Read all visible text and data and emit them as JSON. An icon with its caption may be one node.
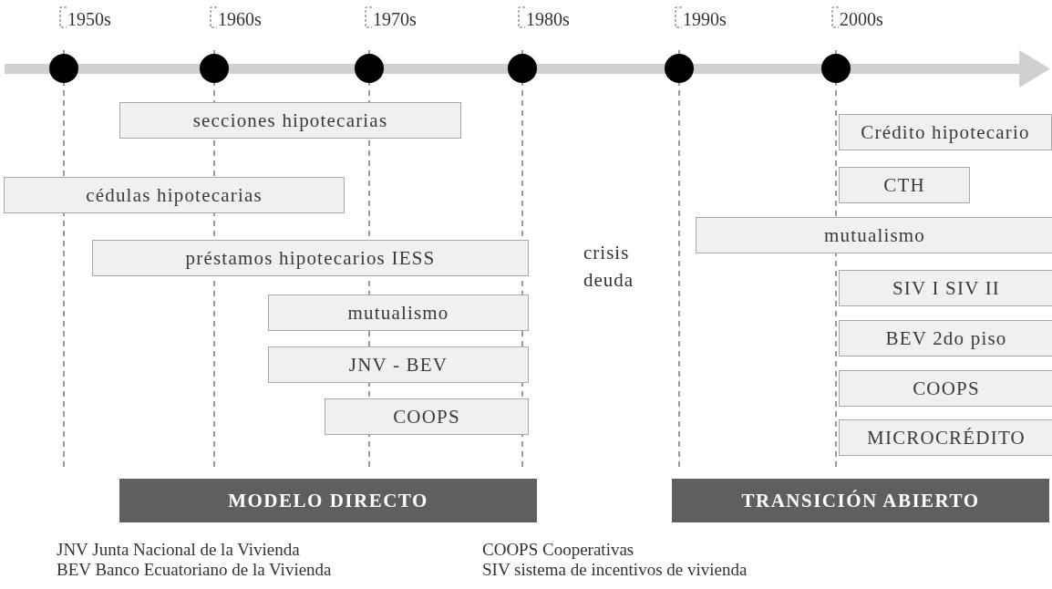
{
  "diagram": {
    "nodes": [
      {
        "text": [
          "secciones hipotecarias"
        ]
      },
      {
        "text": [
          "cédulas hipotecarias"
        ]
      },
      {
        "text": [
          "préstamos hipotecarios IESS"
        ]
      },
      {
        "text": [
          "mutualismo"
        ]
      },
      {
        "text": [
          "JNV - BEV"
        ]
      },
      {
        "text": [
          "COOPS"
        ]
      },
      {
        "text": [
          "Crédito hipotecario"
        ]
      },
      {
        "text": [
          "CTH"
        ]
      },
      {
        "text": [
          "mutualismo"
        ]
      },
      {
        "text": [
          "SIV I SIV II"
        ]
      },
      {
        "text": [
          "BEV 2do piso"
        ]
      },
      {
        "text": [
          "COOPS"
        ]
      },
      {
        "text": [
          "MICROCRÉDITO"
        ]
      },
      {
        "text": [
          "MODELO DIRECTO"
        ]
      },
      {
        "text": [
          "TRANSICIÓN ABIERTO"
        ]
      }
    ],
    "labels": [
      "1950s",
      "1960s",
      "1970s",
      "1980s",
      "1990s",
      "2000s",
      "crisis deuda",
      "JNV Junta Nacional de la Vivienda",
      "BEV Banco Ecuatoriano de la Vivienda",
      "COOPS Cooperativas",
      "SIV sistema de incentivos de vivienda"
    ]
  }
}
